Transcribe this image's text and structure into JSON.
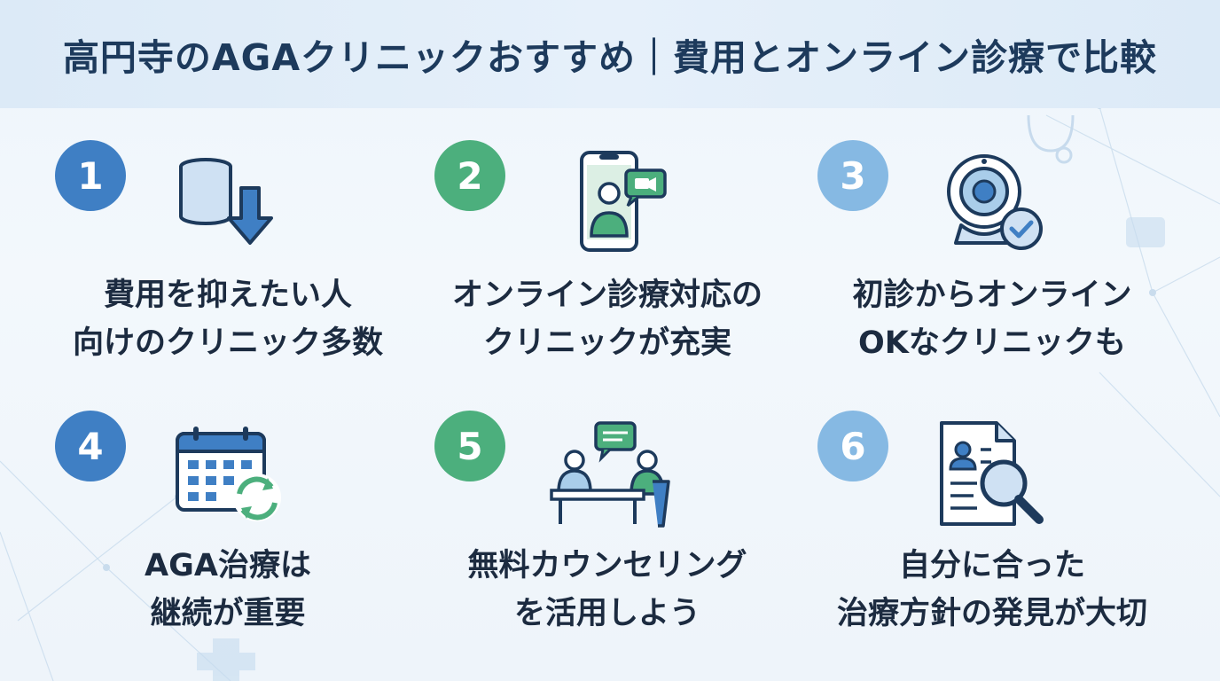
{
  "title": "高円寺のAGAクリニックおすすめ｜費用とオンライン診療で比較",
  "colors": {
    "blue": "#3f7fc4",
    "green": "#4caf7d",
    "light_blue": "#86b9e3",
    "header_bg": "#dceaf7",
    "title_text": "#1d3a5c"
  },
  "cards": [
    {
      "number": "1",
      "badge_color": "blue",
      "icon": "coin-stack-down-arrow-icon",
      "lines": [
        "費用を抑えたい人",
        "向けのクリニック多数"
      ]
    },
    {
      "number": "2",
      "badge_color": "green",
      "icon": "smartphone-video-call-icon",
      "lines": [
        "オンライン診療対応の",
        "クリニックが充実"
      ]
    },
    {
      "number": "3",
      "badge_color": "light_blue",
      "icon": "webcam-check-icon",
      "lines": [
        "初診からオンライン",
        "OKなクリニックも"
      ]
    },
    {
      "number": "4",
      "badge_color": "blue",
      "icon": "calendar-refresh-icon",
      "lines": [
        "AGA治療は",
        "継続が重要"
      ]
    },
    {
      "number": "5",
      "badge_color": "green",
      "icon": "counseling-consultation-icon",
      "lines": [
        "無料カウンセリング",
        "を活用しよう"
      ]
    },
    {
      "number": "6",
      "badge_color": "light_blue",
      "icon": "document-magnifier-icon",
      "lines": [
        "自分に合った",
        "治療方針の発見が大切"
      ]
    }
  ]
}
